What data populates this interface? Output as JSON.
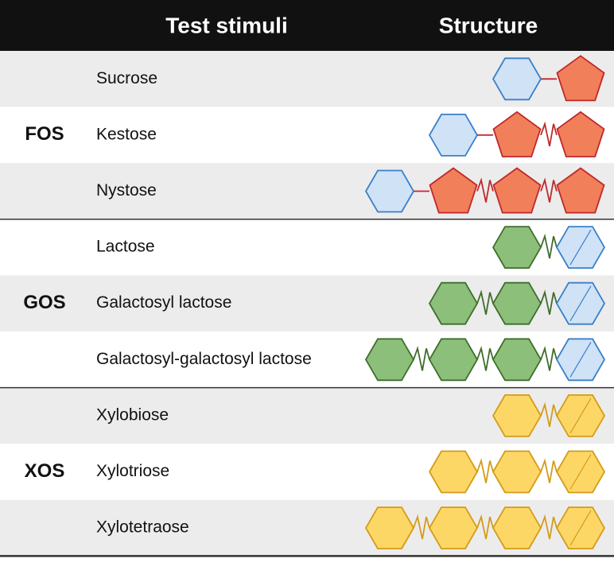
{
  "header": {
    "test_stimuli": "Test stimuli",
    "structure": "Structure"
  },
  "colors": {
    "header_bg": "#111111",
    "row_gray": "#ececec",
    "row_white": "#ffffff",
    "glucose_fill": "#cfe2f6",
    "glucose_stroke": "#3b7fc8",
    "fructose_fill": "#f07f5a",
    "fructose_stroke": "#c0282a",
    "galactose_fill": "#8cc07a",
    "galactose_stroke": "#3f6e2c",
    "xylose_fill": "#fdd766",
    "xylose_stroke": "#d49b18"
  },
  "groups": [
    {
      "label": "FOS",
      "rows": [
        {
          "name": "Sucrose",
          "shade": "gray",
          "chain": [
            {
              "u": "glucose",
              "shape": "hexagon",
              "slash": false
            },
            {
              "l": "straight"
            },
            {
              "u": "fructose",
              "shape": "pentagon",
              "slash": false
            }
          ]
        },
        {
          "name": "Kestose",
          "shade": "white",
          "chain": [
            {
              "u": "glucose",
              "shape": "hexagon",
              "slash": false
            },
            {
              "l": "straight"
            },
            {
              "u": "fructose",
              "shape": "pentagon",
              "slash": false
            },
            {
              "l": "zigzag"
            },
            {
              "u": "fructose",
              "shape": "pentagon",
              "slash": false
            }
          ]
        },
        {
          "name": "Nystose",
          "shade": "gray",
          "chain": [
            {
              "u": "glucose",
              "shape": "hexagon",
              "slash": false
            },
            {
              "l": "straight"
            },
            {
              "u": "fructose",
              "shape": "pentagon",
              "slash": false
            },
            {
              "l": "zigzag"
            },
            {
              "u": "fructose",
              "shape": "pentagon",
              "slash": false
            },
            {
              "l": "zigzag"
            },
            {
              "u": "fructose",
              "shape": "pentagon",
              "slash": false
            }
          ]
        }
      ]
    },
    {
      "label": "GOS",
      "rows": [
        {
          "name": "Lactose",
          "shade": "white",
          "chain": [
            {
              "u": "galactose",
              "shape": "hexagon",
              "slash": false
            },
            {
              "l": "zigzag"
            },
            {
              "u": "glucose",
              "shape": "hexagon",
              "slash": true
            }
          ]
        },
        {
          "name": "Galactosyl lactose",
          "shade": "gray",
          "chain": [
            {
              "u": "galactose",
              "shape": "hexagon",
              "slash": false
            },
            {
              "l": "zigzag"
            },
            {
              "u": "galactose",
              "shape": "hexagon",
              "slash": false
            },
            {
              "l": "zigzag"
            },
            {
              "u": "glucose",
              "shape": "hexagon",
              "slash": true
            }
          ]
        },
        {
          "name": "Galactosyl-galactosyl lactose",
          "shade": "white",
          "chain": [
            {
              "u": "galactose",
              "shape": "hexagon",
              "slash": false
            },
            {
              "l": "zigzag"
            },
            {
              "u": "galactose",
              "shape": "hexagon",
              "slash": false
            },
            {
              "l": "zigzag"
            },
            {
              "u": "galactose",
              "shape": "hexagon",
              "slash": false
            },
            {
              "l": "zigzag"
            },
            {
              "u": "glucose",
              "shape": "hexagon",
              "slash": true
            }
          ]
        }
      ]
    },
    {
      "label": "XOS",
      "rows": [
        {
          "name": "Xylobiose",
          "shade": "gray",
          "chain": [
            {
              "u": "xylose",
              "shape": "hexagon",
              "slash": false
            },
            {
              "l": "zigzag"
            },
            {
              "u": "xylose",
              "shape": "hexagon",
              "slash": true
            }
          ]
        },
        {
          "name": "Xylotriose",
          "shade": "white",
          "chain": [
            {
              "u": "xylose",
              "shape": "hexagon",
              "slash": false
            },
            {
              "l": "zigzag"
            },
            {
              "u": "xylose",
              "shape": "hexagon",
              "slash": false
            },
            {
              "l": "zigzag"
            },
            {
              "u": "xylose",
              "shape": "hexagon",
              "slash": true
            }
          ]
        },
        {
          "name": "Xylotetraose",
          "shade": "gray",
          "chain": [
            {
              "u": "xylose",
              "shape": "hexagon",
              "slash": false
            },
            {
              "l": "zigzag"
            },
            {
              "u": "xylose",
              "shape": "hexagon",
              "slash": false
            },
            {
              "l": "zigzag"
            },
            {
              "u": "xylose",
              "shape": "hexagon",
              "slash": false
            },
            {
              "l": "zigzag"
            },
            {
              "u": "xylose",
              "shape": "hexagon",
              "slash": true
            }
          ]
        }
      ]
    }
  ]
}
